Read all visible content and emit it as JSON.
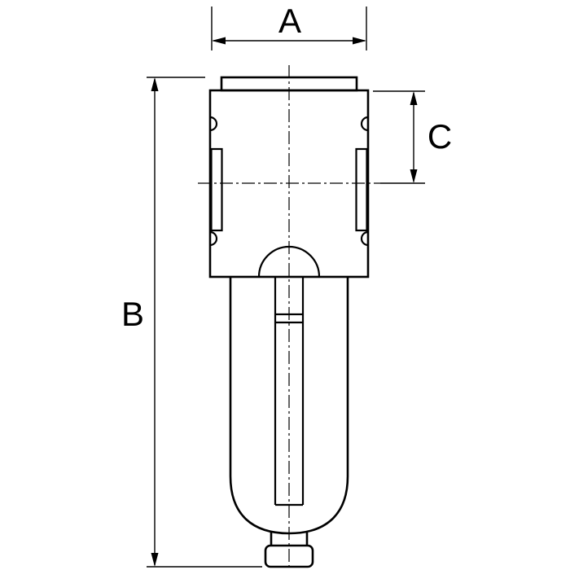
{
  "drawing": {
    "kind": "technical-dimension-drawing",
    "subject": "compressed-air filter unit, front view, with head block, filter bowl and drain",
    "colors": {
      "line": "#000000",
      "background": "#ffffff"
    },
    "dimension_labels": {
      "width": "A",
      "overall_height": "B",
      "port_offset": "C"
    }
  }
}
